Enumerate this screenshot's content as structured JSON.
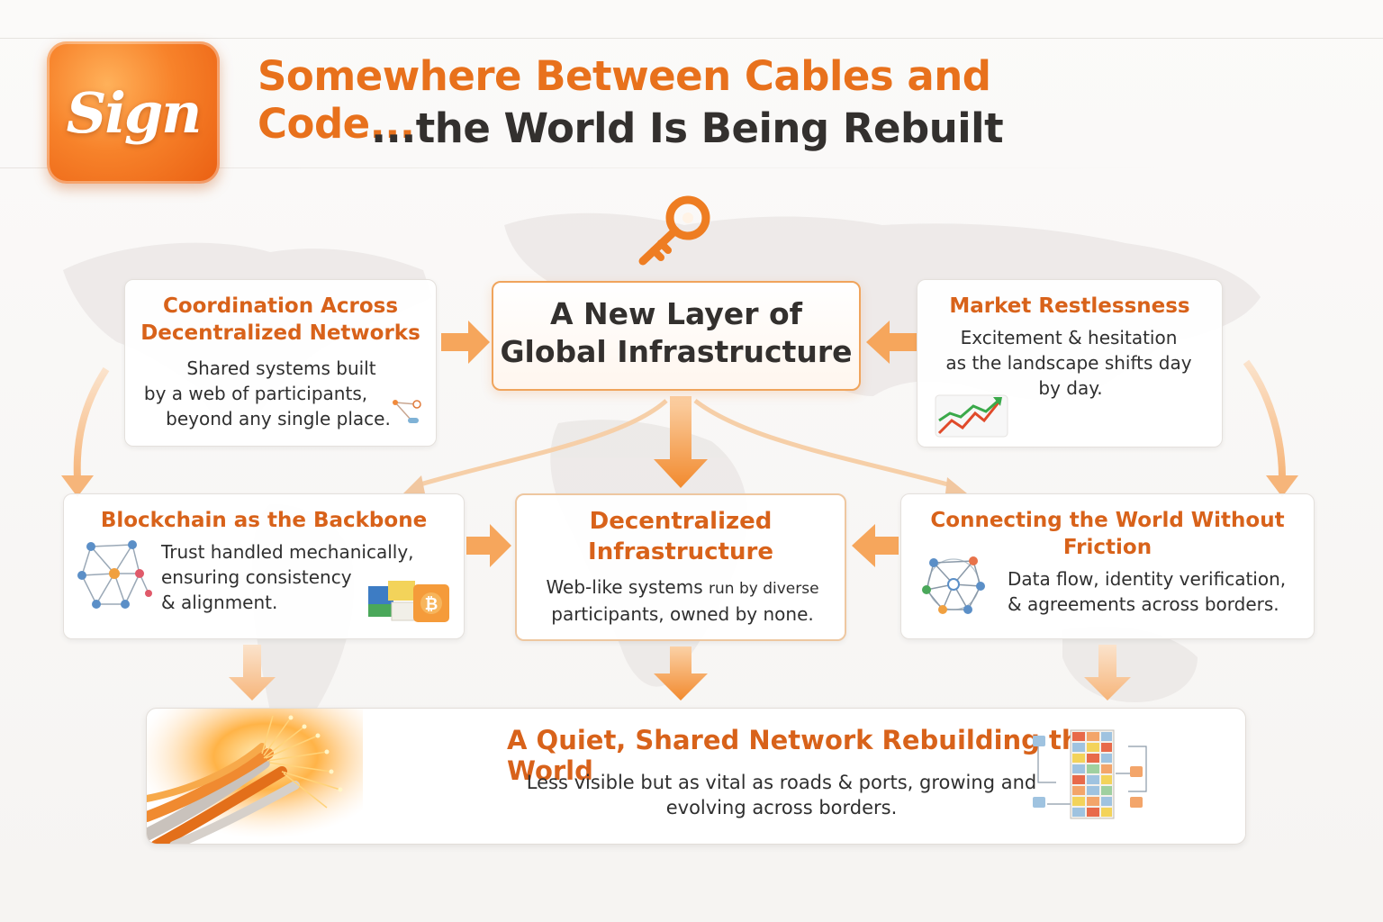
{
  "logo": {
    "text": "Sign"
  },
  "header": {
    "title_line1": "Somewhere Between Cables and Code...",
    "title_line2": "...the World Is Being Rebuilt"
  },
  "center": {
    "title_line1": "A New Layer of",
    "title_line2": "Global Infrastructure"
  },
  "coordination": {
    "title_line1": "Coordination Across",
    "title_line2": "Decentralized Networks",
    "body": [
      "Shared systems built",
      "by a web of participants,",
      "beyond any single place."
    ]
  },
  "market": {
    "title": "Market Restlessness",
    "body": [
      "Excitement & hesitation",
      "as the landscape shifts day",
      "by day."
    ]
  },
  "blockchain": {
    "title": "Blockchain as the Backbone",
    "body": [
      "Trust handled mechanically,",
      "ensuring consistency",
      "& alignment."
    ],
    "coin_symbol": "₿"
  },
  "decentralized": {
    "title_line1": "Decentralized",
    "title_line2": "Infrastructure",
    "body_line1_main": "Web-like systems ",
    "body_line1_small": "run by diverse",
    "body_line2": "participants, owned by none."
  },
  "connecting": {
    "title_line1": "Connecting the World Without",
    "title_line2": "Friction",
    "body": [
      "Data flow, identity verification,",
      "& agreements across borders."
    ]
  },
  "bottom": {
    "title": "A Quiet, Shared Network Rebuilding the World",
    "body": [
      "Less visible but as vital as roads & ports, growing and",
      "evolving across borders."
    ]
  },
  "colors": {
    "accent_orange": "#e8711c",
    "title_orange": "#d8621a",
    "dark_text": "#33302e",
    "arrow_orange": "#f28a2e",
    "arrow_light": "#f7c08a"
  },
  "icons": [
    "key-icon",
    "network-icon",
    "chart-up-icon",
    "blocks-bitcoin-icon",
    "globe-network-icon",
    "fiber-cables-image",
    "flowchart-grid-icon"
  ]
}
